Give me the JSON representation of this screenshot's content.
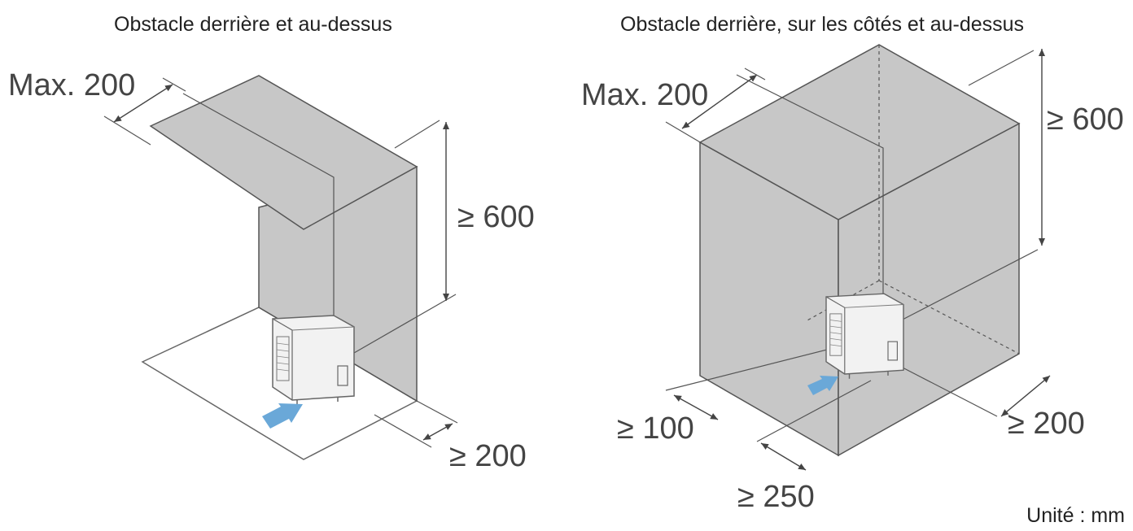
{
  "left_diagram": {
    "title": "Obstacle derrière et au-dessus",
    "dim_top": "Max. 200",
    "dim_height": "≥ 600",
    "dim_front": "≥ 200"
  },
  "right_diagram": {
    "title": "Obstacle derrière, sur les côtés et au-dessus",
    "dim_top": "Max. 200",
    "dim_height": "≥ 600",
    "dim_left": "≥ 100",
    "dim_right": "≥ 200",
    "dim_front": "≥ 250"
  },
  "unit_label": "Unité : mm",
  "colors": {
    "wall": "#c7c7c7",
    "arrow": "#6aa8d8",
    "line": "#444444"
  },
  "icons": {
    "airflow": "airflow-arrow-icon",
    "unit": "outdoor-unit-icon"
  }
}
